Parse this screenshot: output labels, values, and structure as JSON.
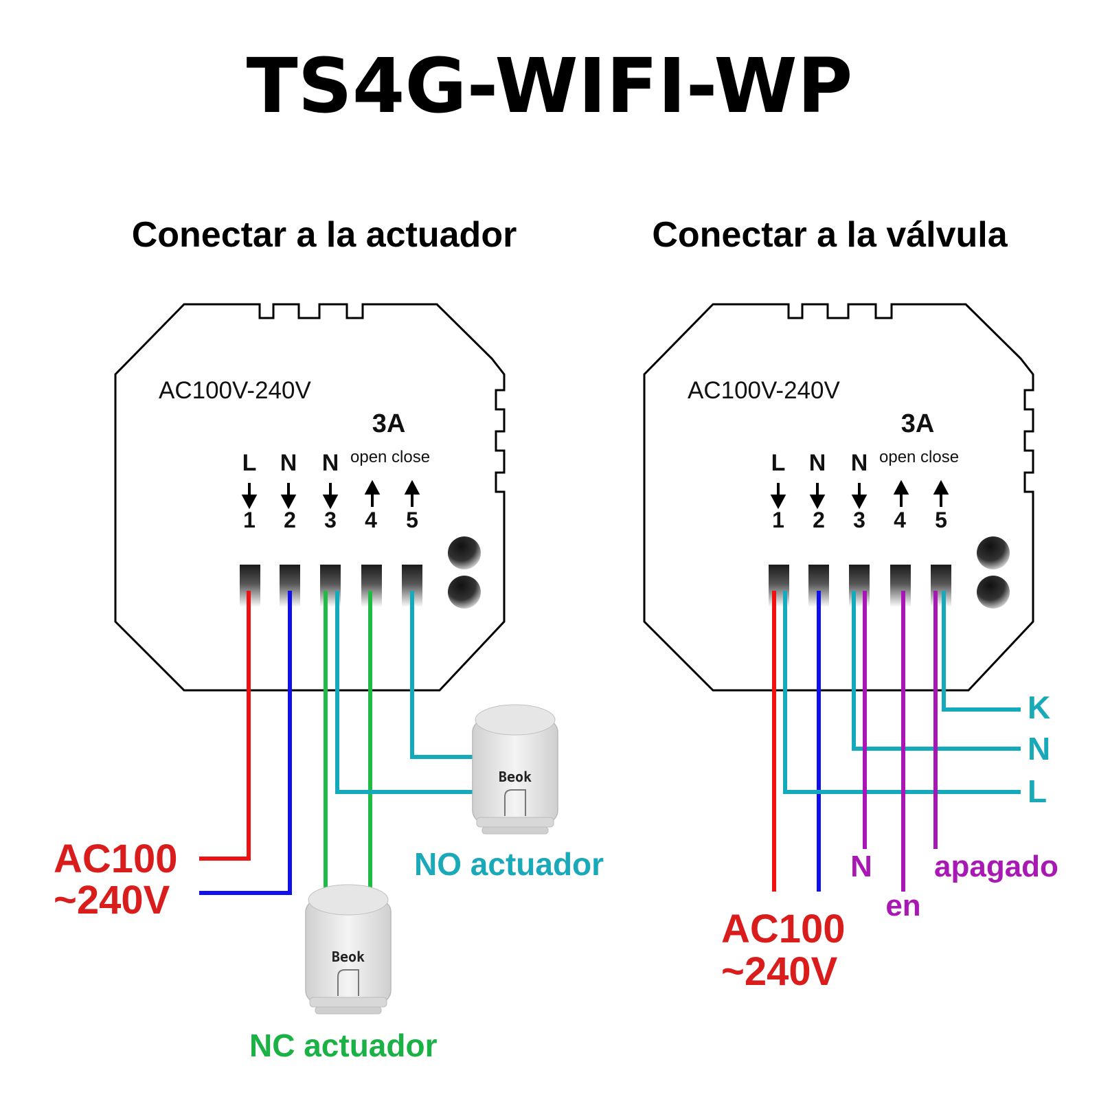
{
  "title": "TS4G-WIFI-WP",
  "colors": {
    "red": "#ee1111",
    "blue": "#1010ee",
    "green": "#1fbb44",
    "teal": "#14a9bb",
    "purple": "#a817b5",
    "label_red": "#d91c1c",
    "label_teal": "#19a9b8",
    "label_green": "#1ab145",
    "label_purple": "#a818b3"
  },
  "left": {
    "heading": "Conectar a la actuador",
    "voltage_rating": "AC100V-240V",
    "current_rating": "3A",
    "terminal_labels": [
      "L",
      "N",
      "N"
    ],
    "open_close": "open close",
    "terminal_numbers": [
      "1",
      "2",
      "3",
      "4",
      "5"
    ],
    "power_label_1": "AC100",
    "power_label_2": "~240V",
    "no_label": "NO actuador",
    "nc_label": "NC actuador",
    "brand": "Beok"
  },
  "right": {
    "heading": "Conectar a la válvula",
    "voltage_rating": "AC100V-240V",
    "current_rating": "3A",
    "terminal_labels": [
      "L",
      "N",
      "N"
    ],
    "open_close": "open close",
    "terminal_numbers": [
      "1",
      "2",
      "3",
      "4",
      "5"
    ],
    "valve_labels": [
      "K",
      "N",
      "L"
    ],
    "n_label": "N",
    "en_label": "en",
    "apagado_label": "apagado",
    "power_label_1": "AC100",
    "power_label_2": "~240V"
  }
}
